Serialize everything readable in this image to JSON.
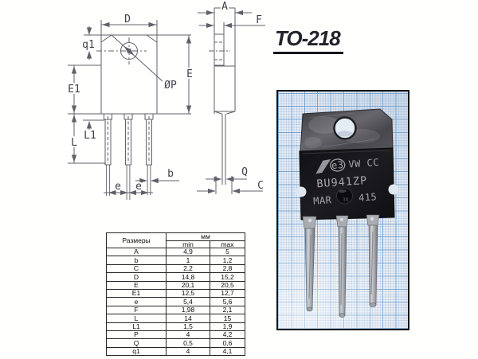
{
  "header": {
    "title": "TO-218"
  },
  "drawing": {
    "front_labels": {
      "D": "D",
      "q1": "q1",
      "E1": "E1",
      "E": "E",
      "OP": "ØP",
      "L": "L",
      "L1": "L1",
      "e": "e",
      "b": "b"
    },
    "side_labels": {
      "A": "A",
      "F": "F",
      "Q": "Q",
      "C": "C"
    }
  },
  "photo": {
    "marking": {
      "e3": "e3",
      "line1": "VW CC",
      "part_number": "BU941ZP",
      "line3_left": "MAR",
      "line3_right": "415",
      "dimple": "38"
    }
  },
  "table": {
    "header": {
      "dim": "Размеры",
      "unit": "мм",
      "min": "min",
      "max": "max"
    },
    "rows": [
      {
        "dim": "A",
        "min": "4,9",
        "max": "5"
      },
      {
        "dim": "b",
        "min": "1",
        "max": "1,2"
      },
      {
        "dim": "C",
        "min": "2,2",
        "max": "2,8"
      },
      {
        "dim": "D",
        "min": "14,8",
        "max": "15,2"
      },
      {
        "dim": "E",
        "min": "20,1",
        "max": "20,5"
      },
      {
        "dim": "E1",
        "min": "12,5",
        "max": "12,7"
      },
      {
        "dim": "e",
        "min": "5,4",
        "max": "5,6"
      },
      {
        "dim": "F",
        "min": "1,98",
        "max": "2,1"
      },
      {
        "dim": "L",
        "min": "14",
        "max": "15"
      },
      {
        "dim": "L1",
        "min": "1,5",
        "max": "1,9"
      },
      {
        "dim": "P",
        "min": "4",
        "max": "4,2"
      },
      {
        "dim": "Q",
        "min": "0,5",
        "max": "0,6"
      },
      {
        "dim": "q1",
        "min": "4",
        "max": "4,1"
      }
    ]
  },
  "colors": {
    "line": "#60606a",
    "title": "#22222b",
    "paper_bg": "#e9eff6",
    "grid_major": "#699bca",
    "body_black": "#141417"
  }
}
